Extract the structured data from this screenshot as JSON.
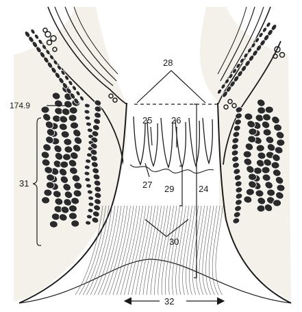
{
  "labels": {
    "l28": "28",
    "l174": "174.9",
    "l25": "25",
    "l26": "26",
    "l31": "31",
    "l27": "27",
    "l29": "29",
    "l24": "24",
    "l30": "30",
    "l32": "32"
  }
}
